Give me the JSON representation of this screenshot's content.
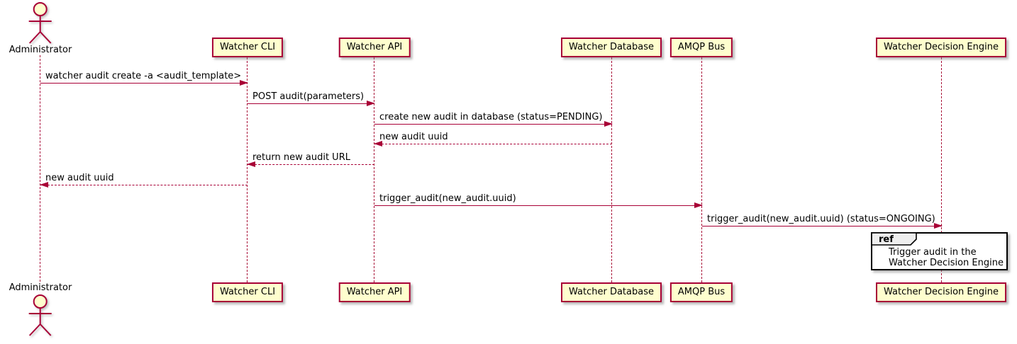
{
  "diagram": {
    "type": "uml-sequence",
    "participants": [
      {
        "id": "administrator",
        "label": "Administrator",
        "kind": "actor"
      },
      {
        "id": "watcher-cli",
        "label": "Watcher CLI",
        "kind": "participant"
      },
      {
        "id": "watcher-api",
        "label": "Watcher API",
        "kind": "participant"
      },
      {
        "id": "watcher-database",
        "label": "Watcher Database",
        "kind": "participant"
      },
      {
        "id": "amqp-bus",
        "label": "AMQP Bus",
        "kind": "participant"
      },
      {
        "id": "watcher-decision-engine",
        "label": "Watcher Decision Engine",
        "kind": "participant"
      }
    ],
    "messages": [
      {
        "from": "Administrator",
        "to": "Watcher CLI",
        "text": "watcher audit create -a <audit_template>",
        "line": "solid",
        "direction": "right"
      },
      {
        "from": "Watcher CLI",
        "to": "Watcher API",
        "text": "POST audit(parameters)",
        "line": "solid",
        "direction": "right"
      },
      {
        "from": "Watcher API",
        "to": "Watcher Database",
        "text": "create new audit in database (status=PENDING)",
        "line": "solid",
        "direction": "right"
      },
      {
        "from": "Watcher Database",
        "to": "Watcher API",
        "text": "new audit uuid",
        "line": "dashed",
        "direction": "left"
      },
      {
        "from": "Watcher API",
        "to": "Watcher CLI",
        "text": "return new audit URL",
        "line": "dashed",
        "direction": "left"
      },
      {
        "from": "Watcher CLI",
        "to": "Administrator",
        "text": "new audit uuid",
        "line": "dashed",
        "direction": "left"
      },
      {
        "from": "Watcher API",
        "to": "AMQP Bus",
        "text": "trigger_audit(new_audit.uuid)",
        "line": "solid",
        "direction": "right"
      },
      {
        "from": "AMQP Bus",
        "to": "Watcher Decision Engine",
        "text": "trigger_audit(new_audit.uuid) (status=ONGOING)",
        "line": "solid",
        "direction": "right"
      }
    ],
    "ref": {
      "keyword": "ref",
      "over": "Watcher Decision Engine",
      "text_lines": [
        "Trigger audit in the",
        "Watcher Decision Engine"
      ]
    }
  },
  "colors": {
    "participant_fill": "#FEFECE",
    "stroke": "#A80036",
    "text": "#000000",
    "ref_border": "#000000",
    "ref_header_fill": "#EEEEEE",
    "background": "#FFFFFF"
  }
}
